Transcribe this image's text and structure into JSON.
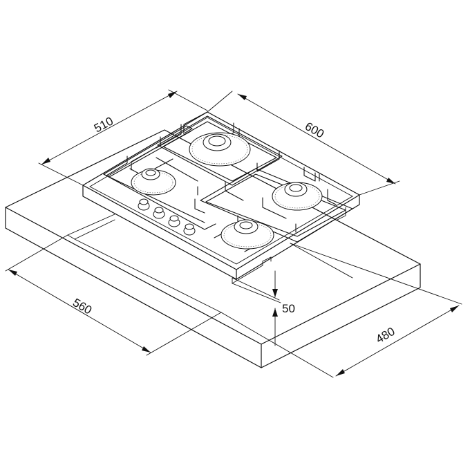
{
  "dimensions": {
    "top_depth": "510",
    "top_width": "600",
    "cutout_width": "560",
    "cutout_depth": "480",
    "height": "50"
  }
}
